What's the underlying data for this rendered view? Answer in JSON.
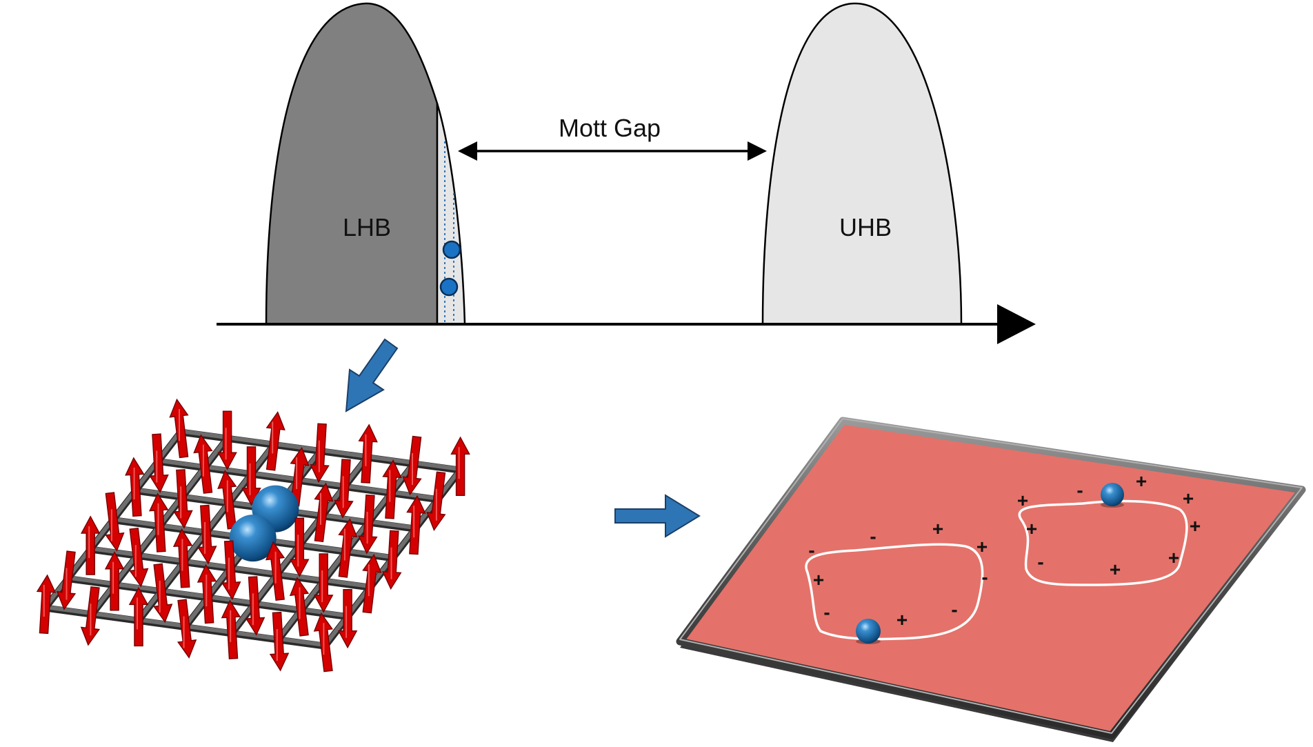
{
  "bands": {
    "lower_label": "LHB",
    "upper_label": "UHB",
    "gap_label": "Mott Gap"
  },
  "plaquette_signs": {
    "loop_a": [
      "-",
      "-",
      "+",
      "+",
      "+",
      "-",
      "-",
      "+",
      "-"
    ],
    "loop_b": [
      "-",
      "+",
      "+",
      "+",
      "+",
      "+",
      "-",
      "+",
      "+"
    ]
  },
  "colors": {
    "lhb_fill": "#808080",
    "uhb_fill": "#e6e6e6",
    "arrow_blue": "#2e75b6",
    "spin_red": "#d40000",
    "plate_fill": "#e4726a",
    "rod_gray": "#555555",
    "hole_blue": "#1f5f95"
  }
}
